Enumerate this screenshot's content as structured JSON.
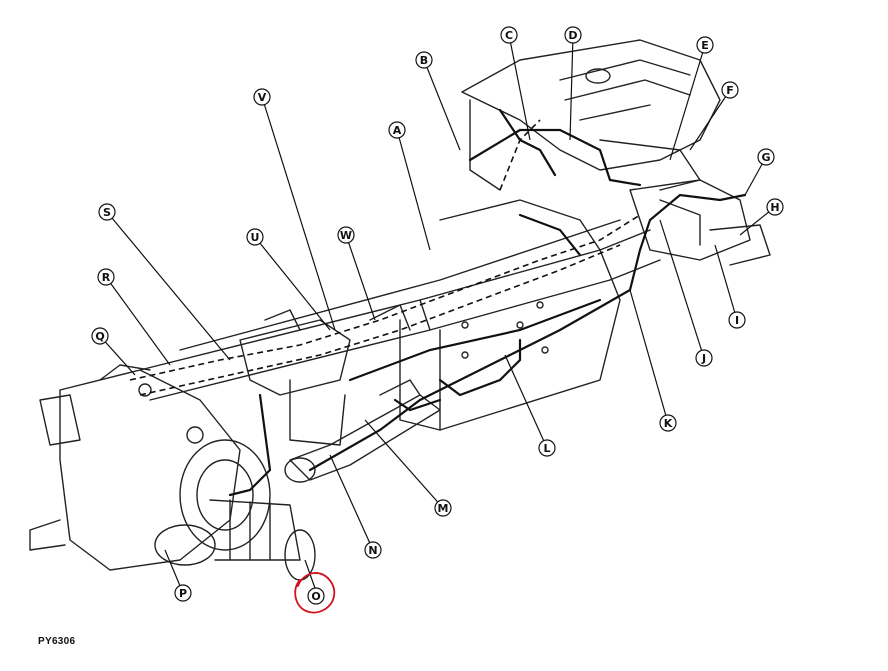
{
  "figure_code": "PY6306",
  "highlight_color": "#d0101c",
  "highlighted_callout": "O",
  "callouts": [
    {
      "id": "A",
      "label": "A"
    },
    {
      "id": "B",
      "label": "B"
    },
    {
      "id": "C",
      "label": "C"
    },
    {
      "id": "D",
      "label": "D"
    },
    {
      "id": "E",
      "label": "E"
    },
    {
      "id": "F",
      "label": "F"
    },
    {
      "id": "G",
      "label": "G"
    },
    {
      "id": "H",
      "label": "H"
    },
    {
      "id": "I",
      "label": "I"
    },
    {
      "id": "J",
      "label": "J"
    },
    {
      "id": "K",
      "label": "K"
    },
    {
      "id": "L",
      "label": "L"
    },
    {
      "id": "M",
      "label": "M"
    },
    {
      "id": "N",
      "label": "N"
    },
    {
      "id": "O",
      "label": "O"
    },
    {
      "id": "P",
      "label": "P"
    },
    {
      "id": "Q",
      "label": "Q"
    },
    {
      "id": "R",
      "label": "R"
    },
    {
      "id": "S",
      "label": "S"
    },
    {
      "id": "U",
      "label": "U"
    },
    {
      "id": "V",
      "label": "V"
    },
    {
      "id": "W",
      "label": "W"
    }
  ]
}
